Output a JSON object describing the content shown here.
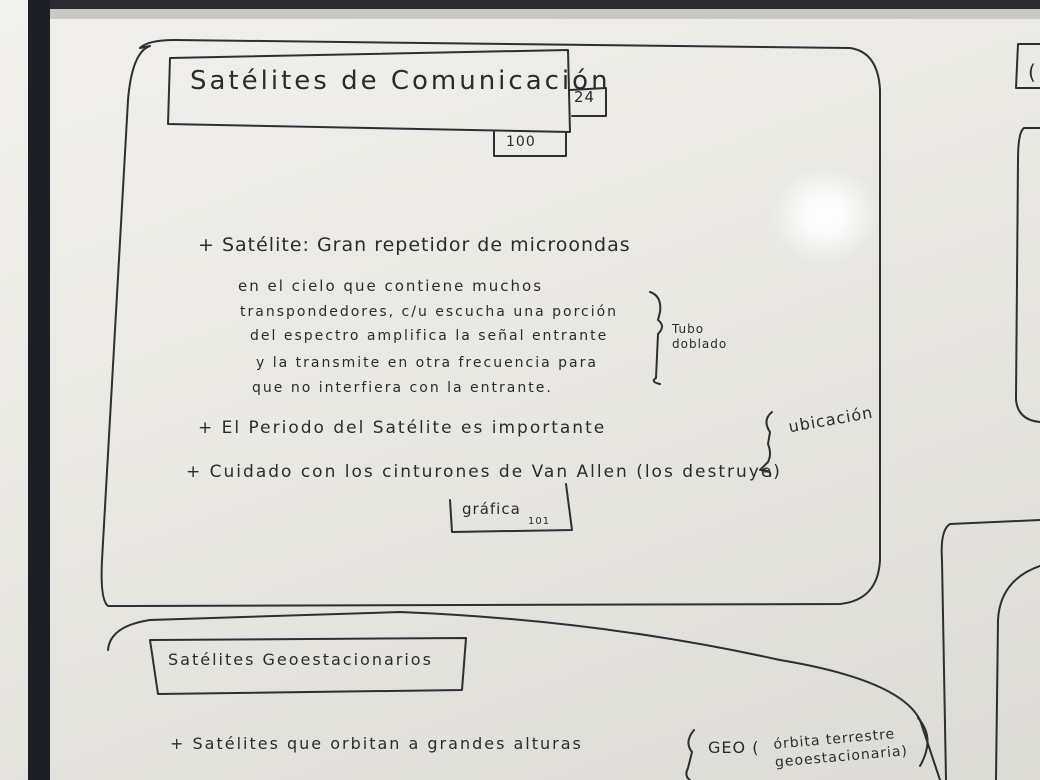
{
  "board": {
    "title_comunicacion": "Satélites de Comunicación",
    "title_page_ref": "24",
    "title_number_ref": "100",
    "bullet_marker": "+",
    "bullet_1_text": "Satélite: Gran repetidor de microondas",
    "bullet_1_line_2": "en el cielo que contiene muchos",
    "bullet_1_line_3": "transpondedores, c/u escucha una porción",
    "bullet_1_line_4": "del espectro amplifica la señal entrante",
    "bullet_1_line_5": "y la transmite en otra frecuencia para",
    "bullet_1_line_6": "que no interfiera con la entrante.",
    "side_note_tubo": "Tubo\ndoblado",
    "bullet_2_text": "El Periodo del Satélite es importante",
    "side_note_ubicacion": "ubicación",
    "bullet_3_text": "Cuidado con los cinturones de Van Allen (los destruye)",
    "grafica_label": "gráfica",
    "grafica_number": "101",
    "title_geo": "Satélites Geoestacionarios",
    "bullet_4_text": "Satélites que orbitan a grandes alturas",
    "geo_label": "GEO (",
    "orbita_note": "órbita terrestre\ngeoestacionaria)",
    "corner_char": "("
  },
  "colors": {
    "ink": "#2e2e33",
    "board": "#ecebe7",
    "frame": "#1d1f24"
  }
}
